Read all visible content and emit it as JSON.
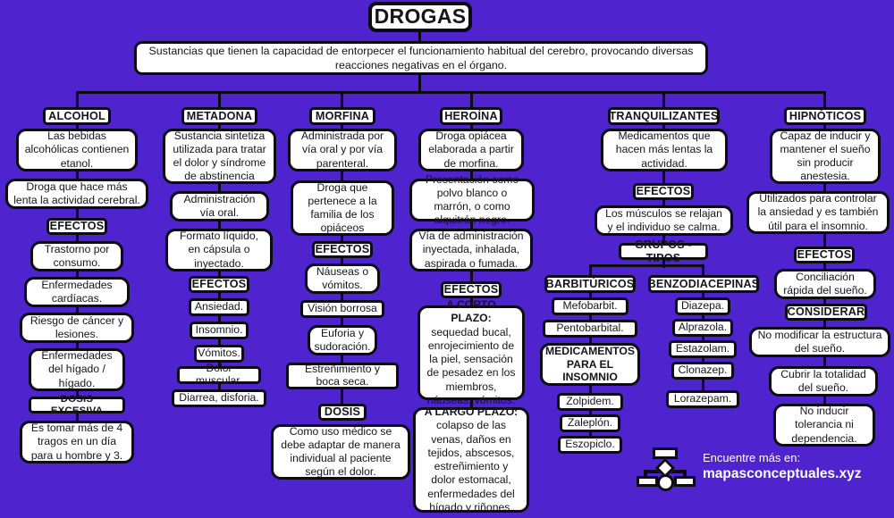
{
  "page": {
    "background_color": "#4F23CE",
    "node_fill": "#FFFFFF",
    "node_stroke": "#0B0B12"
  },
  "title": "DROGAS",
  "intro": "Sustancias que tienen la capacidad de entorpecer el funcionamiento habitual del cerebro, provocando diversas reacciones negativas en el órgano.",
  "branches": [
    {
      "id": "alcohol",
      "label": "ALCOHOL",
      "nodes": [
        "Las bebidas alcohólicas contienen etanol.",
        "Droga que hace más lenta la actividad cerebral."
      ],
      "efectos_label": "EFECTOS",
      "efectos": [
        "Trastorno por consumo.",
        "Enfermedades cardíacas.",
        "Riesgo de cáncer y lesiones.",
        "Enfermedades del hígado / hígado."
      ],
      "dosis_label": "DOSIS EXCESIVA",
      "dosis": "Es tomar más de 4 tragos en un día para u hombre y 3."
    },
    {
      "id": "metadona",
      "label": "METADONA",
      "nodes": [
        "Sustancia sintetiza utilizada para tratar el dolor y síndrome de abstinencia",
        "Administración vía oral.",
        "Formato líquido, en cápsula o inyectado."
      ],
      "efectos_label": "EFECTOS",
      "efectos": [
        "Ansiedad.",
        "Insomnio.",
        "Vómitos.",
        "Dolor muscular.",
        "Diarrea, disforia."
      ]
    },
    {
      "id": "morfina",
      "label": "MORFINA",
      "nodes": [
        "Administrada por vía oral y por vía parenteral.",
        "Droga que pertenece a la familia de los opiáceos"
      ],
      "efectos_label": "EFECTOS",
      "efectos": [
        "Náuseas o vómitos.",
        "Visión borrosa",
        "Euforia y sudoración.",
        "Estreñimiento y boca seca."
      ],
      "dosis_label": "DOSIS",
      "dosis": "Como uso médico se debe adaptar de manera individual al paciente según el dolor."
    },
    {
      "id": "heroina",
      "label": "HEROÍNA",
      "nodes": [
        "Droga opiácea elaborada a partir de morfina.",
        "Presentación como polvo blanco o marrón, o como alquitrán negro.",
        "Vía de administración inyectada, inhalada, aspirada o fumada."
      ],
      "efectos_label": "EFECTOS",
      "efectos_long": [
        {
          "lead": "A CORTO PLAZO:",
          "body": " sequedad bucal, enrojecimiento de la piel, sensación de pesadez en los miembros, náuseas, vómitos."
        },
        {
          "lead": "A LARGO PLAZO:",
          "body": " colapso de las venas, daños en tejidos, abscesos, estreñimiento y dolor estomacal, enfermedades del hígado y riñones."
        }
      ]
    },
    {
      "id": "tranquilizantes",
      "label": "TRANQUILIZANTES",
      "nodes": [
        "Medicamentos que hacen más lentas la actividad."
      ],
      "efectos_label": "EFECTOS",
      "efectos": [
        "Los músculos se relajan y el individuo se calma."
      ],
      "grupos_label": "GRUPOS - TIPOS",
      "grupos": [
        {
          "name": "BARBITÚRICOS",
          "items": [
            "Mefobarbit.",
            "Pentobarbital."
          ],
          "sub_label": "MEDICAMENTOS PARA EL INSOMNIO",
          "sub_items": [
            "Zolpidem.",
            "Zaleplón.",
            "Eszopiclo."
          ]
        },
        {
          "name": "BENZODIACEPINAS",
          "items": [
            "Diazepa.",
            "Alprazola.",
            "Estazolam.",
            "Clonazep.",
            "Lorazepam."
          ]
        }
      ]
    },
    {
      "id": "hipnoticos",
      "label": "HIPNÓTICOS",
      "nodes": [
        "Capaz de inducir y mantener el sueño sin producir anestesia.",
        "Utilizados para controlar la ansiedad y es también útil para el insomnio."
      ],
      "efectos_label": "EFECTOS",
      "efectos": [
        "Conciliación rápida del sueño."
      ],
      "considerar_label": "CONSIDERAR",
      "considerar": [
        "No modificar la estructura del sueño.",
        "Cubrir la totalidad del sueño.",
        "No inducir tolerancia ni dependencia."
      ]
    }
  ],
  "watermark": {
    "line1": "Encuentre más en:",
    "line2": "mapasconceptuales.xyz",
    "logo_icon": "concept-map-icon"
  }
}
